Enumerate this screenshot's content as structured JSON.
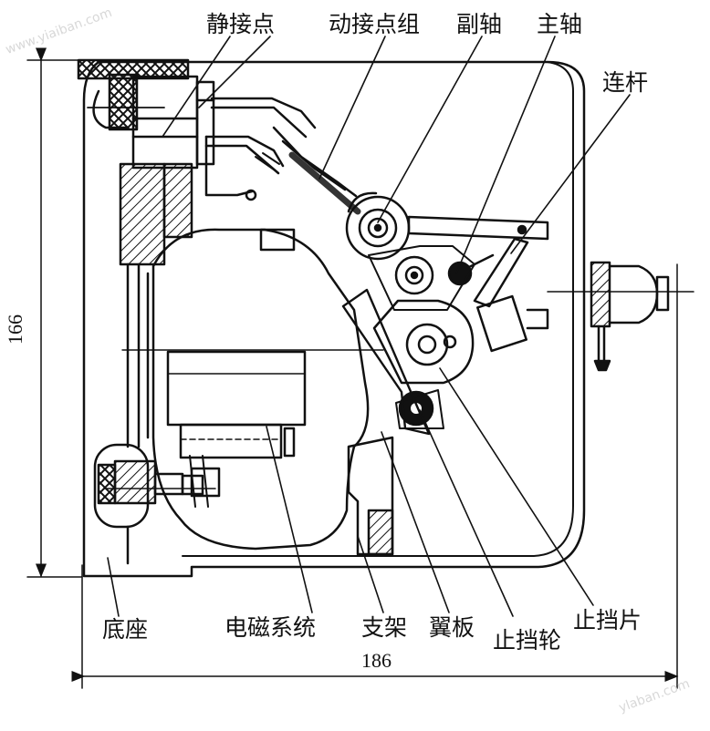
{
  "labels": {
    "static_contact": "静接点",
    "moving_contact_group": "动接点组",
    "secondary_shaft": "副轴",
    "main_shaft": "主轴",
    "link_rod": "连杆",
    "electromagnetic_system": "电磁系统",
    "bracket": "支架",
    "wing_plate": "翼板",
    "stop_wheel": "止挡轮",
    "stop_piece": "止挡片",
    "base": "底座"
  },
  "dimensions": {
    "height": "166",
    "width": "186"
  },
  "watermarks": {
    "top_left": "www.yiaiban.com",
    "bottom_right": "ylaban.com"
  }
}
